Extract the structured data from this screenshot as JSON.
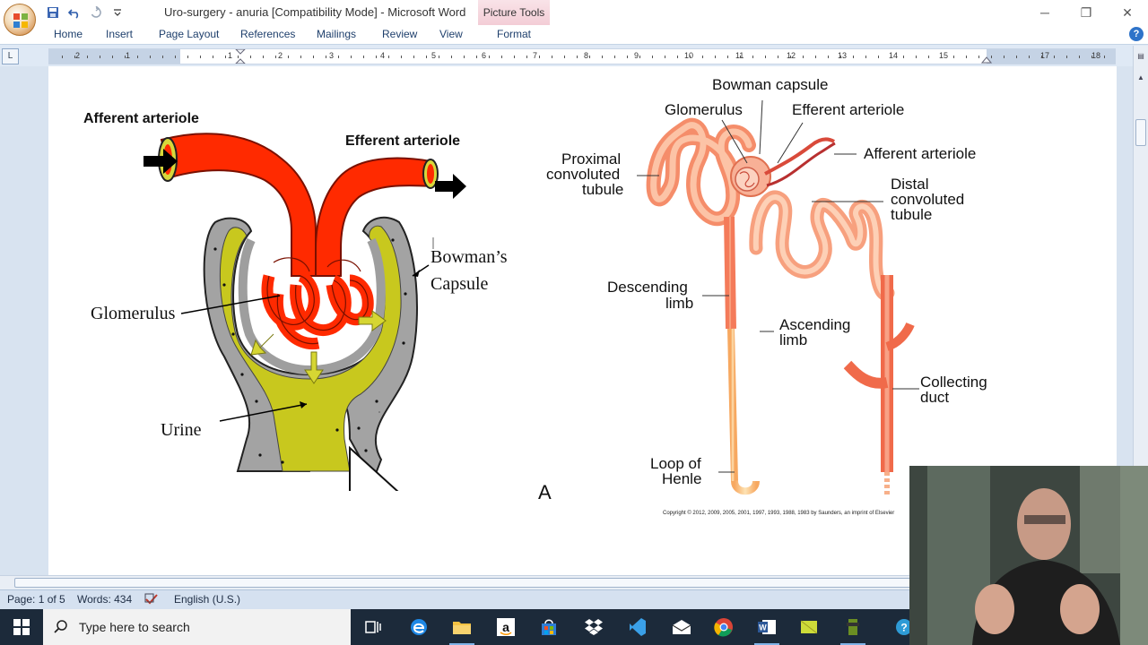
{
  "window": {
    "title": "Uro-surgery - anuria [Compatibility Mode] - Microsoft Word",
    "context_tab": "Picture Tools",
    "controls": {
      "minimize": "─",
      "restore": "❐",
      "close": "✕"
    }
  },
  "ribbon": {
    "tabs": [
      "Home",
      "Insert",
      "Page Layout",
      "References",
      "Mailings",
      "Review",
      "View",
      "Format"
    ],
    "help": "?"
  },
  "ruler": {
    "corner": "L",
    "labels": [
      "2",
      "1",
      "1",
      "2",
      "3",
      "4",
      "5",
      "6",
      "7",
      "8",
      "9",
      "10",
      "11",
      "12",
      "13",
      "14",
      "15",
      "17",
      "18"
    ]
  },
  "figure_left": {
    "labels": {
      "afferent": "Afferent arteriole",
      "efferent": "Efferent arteriole",
      "bowmans_1": "Bowman’s",
      "bowmans_2": "Capsule",
      "glomerulus": "Glomerulus",
      "urine": "Urine"
    },
    "colors": {
      "vessel": "#ff2a00",
      "capsule": "#9e9e9e",
      "filtrate": "#c8c81e"
    }
  },
  "figure_right": {
    "labels": {
      "bowman_capsule": "Bowman capsule",
      "glomerulus": "Glomerulus",
      "efferent": "Efferent arteriole",
      "afferent": "Afferent arteriole",
      "proximal_1": "Proximal",
      "proximal_2": "convoluted",
      "proximal_3": "tubule",
      "distal_1": "Distal",
      "distal_2": "convoluted",
      "distal_3": "tubule",
      "descending_1": "Descending",
      "descending_2": "limb",
      "ascending_1": "Ascending",
      "ascending_2": "limb",
      "collecting_1": "Collecting",
      "collecting_2": "duct",
      "loop_1": "Loop of",
      "loop_2": "Henle"
    },
    "copyright": "Copyright © 2012, 2009, 2005, 2001, 1997, 1993, 1988, 1983 by Saunders, an imprint of Elsevier",
    "colors": {
      "tubule": "#f6a07a",
      "duct": "#f06a4a"
    }
  },
  "label_a": "A",
  "status": {
    "page": "Page: 1 of 5",
    "words": "Words: 434",
    "language": "English (U.S.)"
  },
  "taskbar": {
    "search_placeholder": "Type here to search",
    "icons": [
      "task-view-icon",
      "edge-icon",
      "file-explorer-icon",
      "amazon-icon",
      "store-icon",
      "dropbox-icon",
      "vscode-icon",
      "mail-icon",
      "chrome-icon",
      "word-icon",
      "stickies-icon",
      "app-icon",
      "help-icon"
    ]
  }
}
